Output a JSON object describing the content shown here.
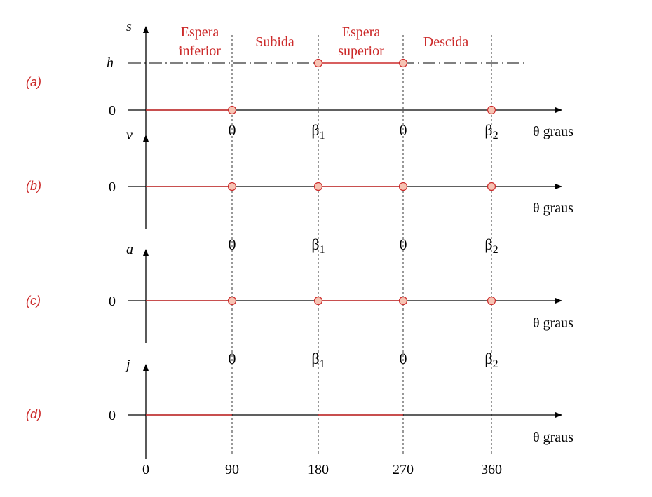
{
  "colors": {
    "accent": "#cc2a2a",
    "point_fill": "#f6c3b3",
    "axis": "#000000"
  },
  "phase_labels": [
    {
      "lines": [
        "Espera",
        "inferior"
      ]
    },
    {
      "lines": [
        "Subida"
      ]
    },
    {
      "lines": [
        "Espera",
        "superior"
      ]
    },
    {
      "lines": [
        "Descida"
      ]
    }
  ],
  "panels": [
    {
      "label": "(a)",
      "axis_symbol": "s",
      "zero": "0",
      "high": "h",
      "x_label": "θ graus"
    },
    {
      "label": "(b)",
      "axis_symbol": "v",
      "zero": "0",
      "x_label": "θ graus"
    },
    {
      "label": "(c)",
      "axis_symbol": "a",
      "zero": "0",
      "x_label": "θ graus"
    },
    {
      "label": "(d)",
      "axis_symbol": "j",
      "zero": "0",
      "x_label": "θ graus"
    }
  ],
  "angle_labels": [
    {
      "text": "0"
    },
    {
      "text": "β",
      "sub": "1"
    },
    {
      "text": "0"
    },
    {
      "text": "β",
      "sub": "2"
    }
  ],
  "bottom_ticks": [
    "0",
    "90",
    "180",
    "270",
    "360"
  ]
}
